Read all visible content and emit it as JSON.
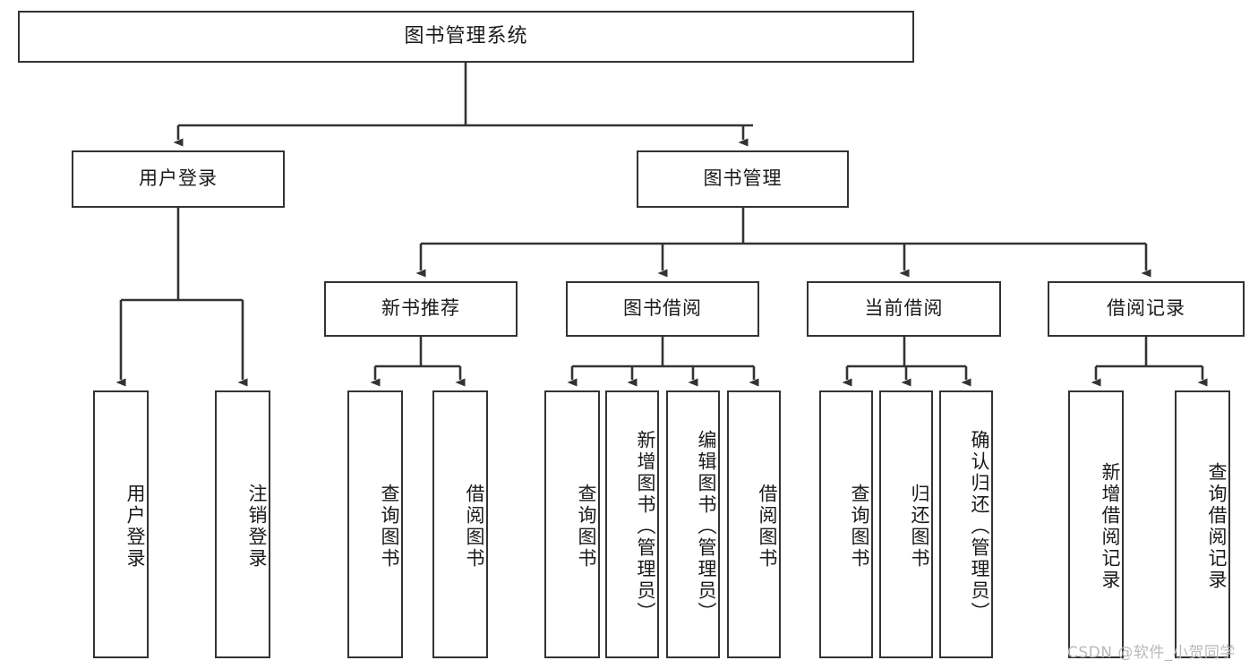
{
  "diagram": {
    "title": "图书管理系统",
    "type": "tree",
    "watermark": "CSDN @软件_小贺同学",
    "colors": {
      "box_border": "#333333",
      "box_fill": "#ffffff",
      "connector": "#333333",
      "text": "#1a1a1a",
      "watermark": "#b9b9b9",
      "background": "#ffffff"
    },
    "levels": {
      "root": "图书管理系统",
      "level2": [
        "用户登录",
        "图书管理"
      ],
      "level3": [
        "新书推荐",
        "图书借阅",
        "当前借阅",
        "借阅记录"
      ],
      "leaves": [
        "用户登录",
        "注销登录",
        "查询图书",
        "借阅图书",
        "查询图书",
        "新增图书（管理员）",
        "编辑图书（管理员）",
        "借阅图书",
        "查询图书",
        "归还图书",
        "确认归还（管理员）",
        "新增借阅记录",
        "查询借阅记录"
      ]
    },
    "nodes": {
      "root": {
        "label": "图书管理系统"
      },
      "user_login": {
        "label": "用户登录"
      },
      "book_manage": {
        "label": "图书管理"
      },
      "new_book_rec": {
        "label": "新书推荐"
      },
      "book_borrow": {
        "label": "图书借阅"
      },
      "current_borrow": {
        "label": "当前借阅"
      },
      "borrow_record": {
        "label": "借阅记录"
      },
      "leaf_user_login": {
        "label": "用户登录"
      },
      "leaf_user_logout": {
        "label": "注销登录"
      },
      "leaf_query_book_1": {
        "label": "查询图书"
      },
      "leaf_borrow_book_1": {
        "label": "借阅图书"
      },
      "leaf_query_book_2": {
        "label": "查询图书"
      },
      "leaf_add_book": {
        "label": "新增图书（管理员）"
      },
      "leaf_edit_book": {
        "label": "编辑图书（管理员）"
      },
      "leaf_borrow_book_2": {
        "label": "借阅图书"
      },
      "leaf_query_book_3": {
        "label": "查询图书"
      },
      "leaf_return_book": {
        "label": "归还图书"
      },
      "leaf_confirm_return": {
        "label": "确认归还（管理员）"
      },
      "leaf_add_record": {
        "label": "新增借阅记录"
      },
      "leaf_query_record": {
        "label": "查询借阅记录"
      }
    },
    "edges": [
      {
        "from": "root",
        "to": "user_login"
      },
      {
        "from": "root",
        "to": "book_manage"
      },
      {
        "from": "user_login",
        "to": "leaf_user_login"
      },
      {
        "from": "user_login",
        "to": "leaf_user_logout"
      },
      {
        "from": "book_manage",
        "to": "new_book_rec"
      },
      {
        "from": "book_manage",
        "to": "book_borrow"
      },
      {
        "from": "book_manage",
        "to": "current_borrow"
      },
      {
        "from": "book_manage",
        "to": "borrow_record"
      },
      {
        "from": "new_book_rec",
        "to": "leaf_query_book_1"
      },
      {
        "from": "new_book_rec",
        "to": "leaf_borrow_book_1"
      },
      {
        "from": "book_borrow",
        "to": "leaf_query_book_2"
      },
      {
        "from": "book_borrow",
        "to": "leaf_add_book"
      },
      {
        "from": "book_borrow",
        "to": "leaf_edit_book"
      },
      {
        "from": "book_borrow",
        "to": "leaf_borrow_book_2"
      },
      {
        "from": "current_borrow",
        "to": "leaf_query_book_3"
      },
      {
        "from": "current_borrow",
        "to": "leaf_return_book"
      },
      {
        "from": "current_borrow",
        "to": "leaf_confirm_return"
      },
      {
        "from": "borrow_record",
        "to": "leaf_add_record"
      },
      {
        "from": "borrow_record",
        "to": "leaf_query_record"
      }
    ]
  }
}
